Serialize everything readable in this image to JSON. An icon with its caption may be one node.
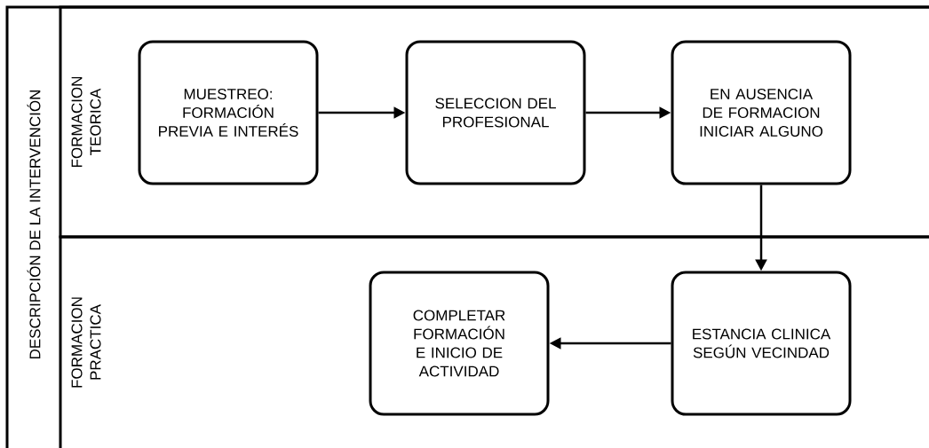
{
  "diagram": {
    "nodes": [
      {
        "text": [
          "DESCRIPCIÓN DE LA INTERVENCIÓN"
        ]
      },
      {
        "text": [
          "FORMACION TEORICA"
        ],
        "in": 0
      },
      {
        "text": [
          "FORMACION PRACTICA"
        ],
        "in": 0
      },
      {
        "text": [
          "MUESTREO: FORMACIÓN PREVIA E INTERÉS"
        ],
        "in": 1
      },
      {
        "text": [
          "SELECCION DEL PROFESIONAL"
        ],
        "in": 1
      },
      {
        "text": [
          "EN AUSENCIA DE FORMACION INICIAR ALGUNO"
        ],
        "in": 1
      },
      {
        "text": [
          "COMPLETAR FORMACIÓN E INICIO DE ACTIVIDAD"
        ],
        "in": 2
      },
      {
        "text": [
          "ESTANCIA CLINICA SEGÚN VECINDAD"
        ],
        "in": 2
      }
    ],
    "edges": [
      {
        "from": 3,
        "to": 4,
        "arrow": "to"
      },
      {
        "from": 4,
        "to": 5,
        "arrow": "to"
      },
      {
        "from": 5,
        "to": 7,
        "arrow": "to"
      },
      {
        "from": 7,
        "to": 6,
        "arrow": "to"
      }
    ]
  }
}
